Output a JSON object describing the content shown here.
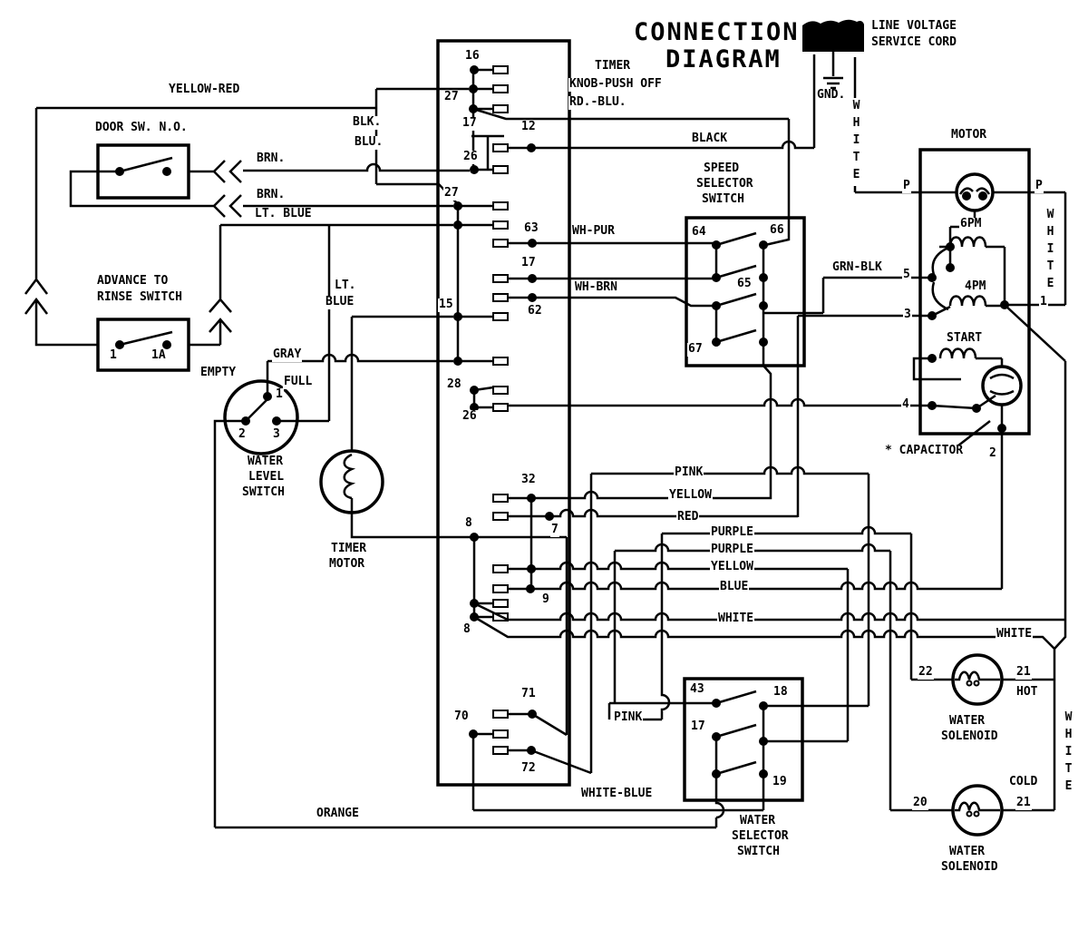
{
  "title": {
    "line1": "CONNECTION",
    "line2": "DIAGRAM"
  },
  "service_cord": {
    "line1": "LINE VOLTAGE",
    "line2": "SERVICE CORD",
    "ground": "GND.",
    "white": "WHITE"
  },
  "door_switch": {
    "name": "DOOR SW. N.O.",
    "yellow_red": "YELLOW-RED",
    "brn1": "BRN.",
    "brn2": "BRN.",
    "lt_blue": "LT. BLUE",
    "blk": "BLK.",
    "blu": "BLU."
  },
  "rinse_switch": {
    "name1": "ADVANCE TO",
    "name2": "RINSE SWITCH",
    "t1": "1",
    "t1a": "1A"
  },
  "water_level_switch": {
    "name1": "WATER",
    "name2": "LEVEL",
    "name3": "SWITCH",
    "empty": "EMPTY",
    "full": "FULL",
    "gray": "GRAY",
    "t1": "1",
    "t2": "2",
    "t3": "3",
    "lt": "LT.",
    "blue": "BLUE"
  },
  "timer_motor": {
    "name1": "TIMER",
    "name2": "MOTOR"
  },
  "timer": {
    "name1": "TIMER",
    "name2": "KNOB-PUSH OFF",
    "rd_blu": "RD.-BLU.",
    "black": "BLACK",
    "t16": "16",
    "t27a": "27",
    "t17a": "17",
    "t12": "12",
    "t26a": "26",
    "t27b": "27",
    "t63": "63",
    "t17b": "17",
    "t62": "62",
    "t15": "15",
    "t28": "28",
    "t26b": "26",
    "t32": "32",
    "t7": "7",
    "t8a": "8",
    "t9": "9",
    "t8b": "8",
    "t71": "71",
    "t70": "70",
    "t72": "72"
  },
  "wires": {
    "wh_pur": "WH-PUR",
    "wh_brn": "WH-BRN",
    "pink": "PINK",
    "yellow": "YELLOW",
    "red": "RED",
    "purple1": "PURPLE",
    "purple2": "PURPLE",
    "yellow2": "YELLOW",
    "blue": "BLUE",
    "white": "WHITE",
    "white2": "WHITE",
    "pink2": "PINK",
    "white_blue": "WHITE-BLUE",
    "orange": "ORANGE",
    "grn_blk": "GRN-BLK"
  },
  "speed_selector": {
    "name1": "SPEED",
    "name2": "SELECTOR",
    "name3": "SWITCH",
    "t64": "64",
    "t66": "66",
    "t65": "65",
    "t67": "67"
  },
  "motor": {
    "name": "MOTOR",
    "p_left": "P",
    "p_right": "P",
    "coil_6pm": "6PM",
    "coil_4pm": "4PM",
    "coil_start": "START",
    "t5": "5",
    "t3": "3",
    "t4": "4",
    "t1": "1",
    "t2": "2",
    "capacitor": "* CAPACITOR",
    "white_right": "WHITE"
  },
  "water_selector": {
    "name1": "WATER",
    "name2": "SELECTOR",
    "name3": "SWITCH",
    "t43": "43",
    "t18": "18",
    "t17": "17",
    "t19": "19"
  },
  "hot_solenoid": {
    "t22": "22",
    "t21": "21",
    "temp": "HOT",
    "name1": "WATER",
    "name2": "SOLENOID"
  },
  "cold_solenoid": {
    "t20": "20",
    "t21": "21",
    "temp": "COLD",
    "name1": "WATER",
    "name2": "SOLENOID",
    "white": "WHITE"
  }
}
